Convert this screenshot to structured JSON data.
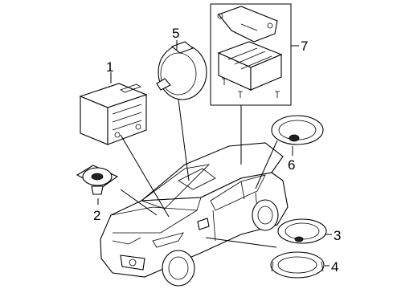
{
  "callouts": [
    {
      "id": 1,
      "label": "1"
    },
    {
      "id": 2,
      "label": "2"
    },
    {
      "id": 3,
      "label": "3"
    },
    {
      "id": 4,
      "label": "4"
    },
    {
      "id": 5,
      "label": "5"
    },
    {
      "id": 6,
      "label": "6"
    },
    {
      "id": 7,
      "label": "7"
    }
  ],
  "parts": [
    {
      "callout": 1,
      "icon": "radio-head-unit-icon"
    },
    {
      "callout": 2,
      "icon": "tweeter-speaker-icon"
    },
    {
      "callout": 3,
      "icon": "oval-door-speaker-icon"
    },
    {
      "callout": 4,
      "icon": "speaker-adapter-ring-icon"
    },
    {
      "callout": 5,
      "icon": "round-speaker-icon"
    },
    {
      "callout": 6,
      "icon": "oval-speaker-icon"
    },
    {
      "callout": 7,
      "icon": "amplifier-with-bracket-icon"
    }
  ],
  "vehicle": {
    "icon": "sedan-outline-icon"
  }
}
